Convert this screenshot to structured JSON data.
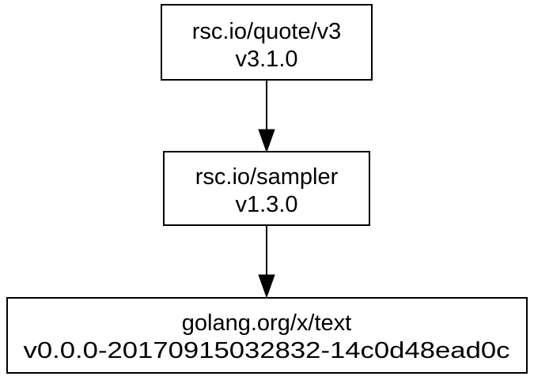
{
  "nodes": [
    {
      "id": "quote",
      "name": "rsc.io/quote/v3",
      "version": "v3.1.0"
    },
    {
      "id": "sampler",
      "name": "rsc.io/sampler",
      "version": "v1.3.0"
    },
    {
      "id": "text",
      "name": "golang.org/x/text",
      "version": "v0.0.0-20170915032832-14c0d48ead0c"
    }
  ],
  "edges": [
    {
      "from": "quote",
      "to": "sampler"
    },
    {
      "from": "sampler",
      "to": "text"
    }
  ],
  "colors": {
    "stroke": "#000000",
    "fill": "#ffffff",
    "text": "#000000"
  }
}
